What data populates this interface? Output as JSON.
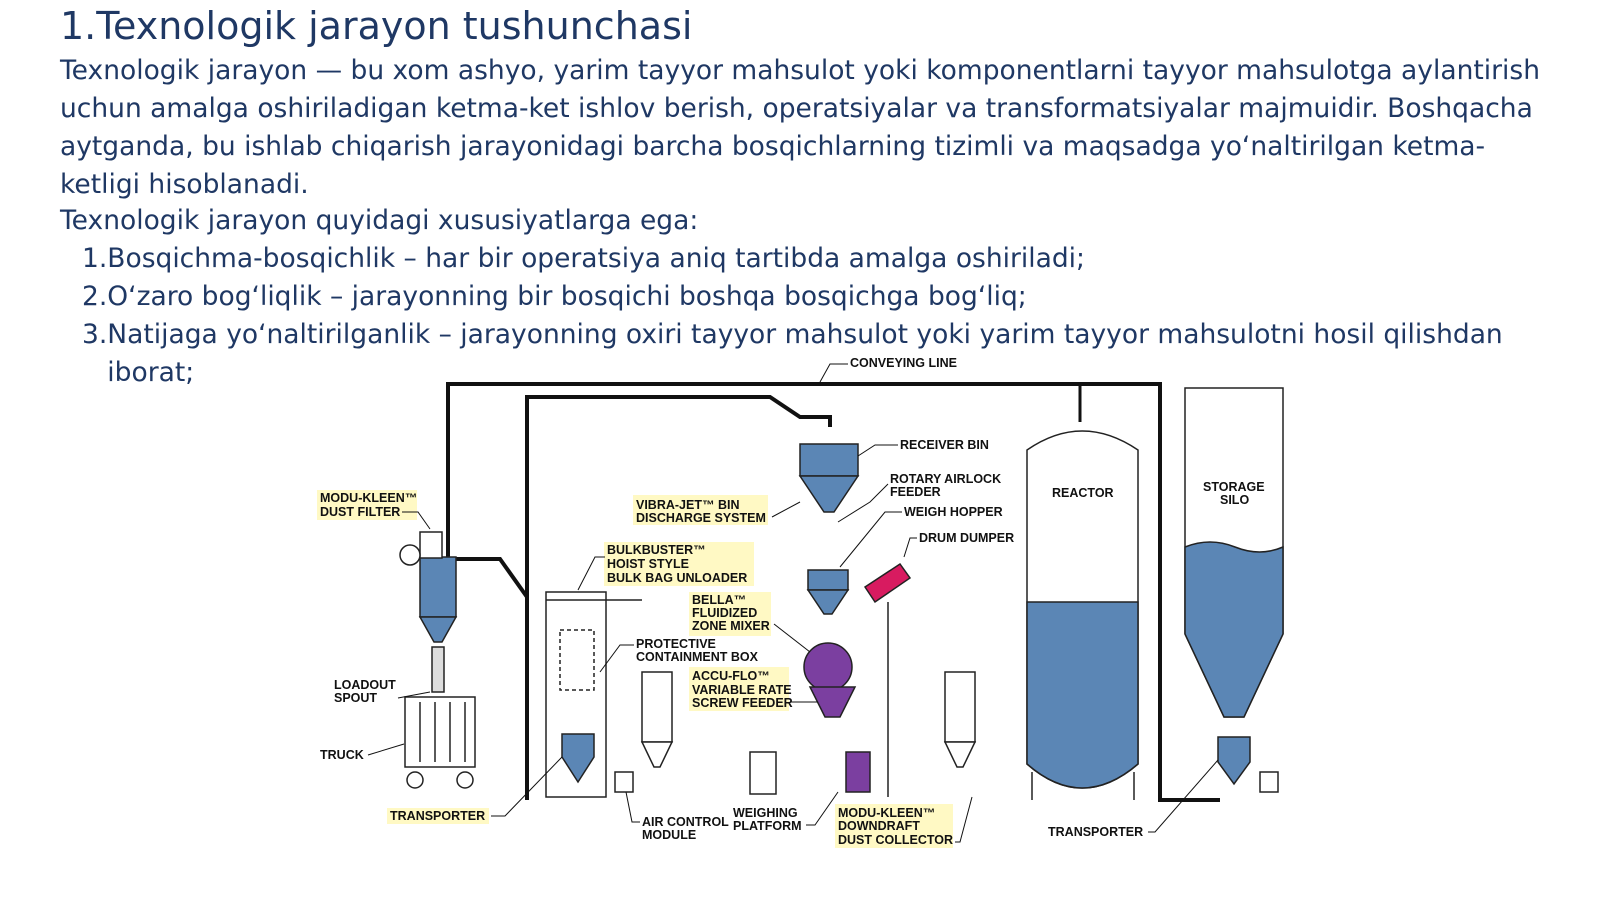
{
  "title": "1.Texnologik jarayon tushunchasi",
  "paragraph1": "Texnologik jarayon — bu xom ashyo, yarim tayyor mahsulot yoki komponentlarni tayyor mahsulotga aylantirish uchun amalga oshiriladigan ketma-ket ishlov berish, operatsiyalar va transformatsiyalar majmuidir. Boshqacha aytganda, bu ishlab chiqarish jarayonidagi barcha bosqichlarning tizimli va maqsadga yo‘naltirilgan ketma-ketligi hisoblanadi.",
  "paragraph2": "Texnologik jarayon quyidagi xususiyatlarga ega:",
  "features": [
    {
      "num": "1.",
      "text": "Bosqichma-bosqichlik – har bir operatsiya aniq tartibda amalga oshiriladi;"
    },
    {
      "num": "2.",
      "text": "O‘zaro bog‘liqlik – jarayonning bir bosqichi boshqa bosqichga bog‘liq;"
    },
    {
      "num": "3.",
      "text": "Natijaga yo‘naltirilganlik – jarayonning oxiri tayyor mahsulot yoki yarim tayyor mahsulotni hosil qilishdan iborat;"
    }
  ],
  "diagram": {
    "conveying_line": "CONVEYING LINE",
    "receiver_bin": "RECEIVER BIN",
    "rotary_airlock_1": "ROTARY AIRLOCK",
    "rotary_airlock_2": "FEEDER",
    "weigh_hopper": "WEIGH HOPPER",
    "drum_dumper": "DRUM DUMPER",
    "reactor": "REACTOR",
    "storage_silo_1": "STORAGE",
    "storage_silo_2": "SILO",
    "modu_kleen_filter_1": "MODU-KLEEN™",
    "modu_kleen_filter_2": "DUST FILTER",
    "vibra_jet_1": "VIBRA-JET™ BIN",
    "vibra_jet_2": "DISCHARGE SYSTEM",
    "bulkbuster_1": "BULKBUSTER™",
    "bulkbuster_2": "HOIST STYLE",
    "bulkbuster_3": "BULK BAG UNLOADER",
    "bella_1": "BELLA™",
    "bella_2": "FLUIDIZED",
    "bella_3": "ZONE MIXER",
    "containment_1": "PROTECTIVE",
    "containment_2": "CONTAINMENT BOX",
    "accu_flo_1": "ACCU-FLO™",
    "accu_flo_2": "VARIABLE RATE",
    "accu_flo_3": "SCREW FEEDER",
    "loadout_1": "LOADOUT",
    "loadout_2": "SPOUT",
    "truck": "TRUCK",
    "transporter_left": "TRANSPORTER",
    "air_control_1": "AIR CONTROL",
    "air_control_2": "MODULE",
    "weighing_1": "WEIGHING",
    "weighing_2": "PLATFORM",
    "downdraft_1": "MODU-KLEEN™",
    "downdraft_2": "DOWNDRAFT",
    "downdraft_3": "DUST COLLECTOR",
    "transporter_right": "TRANSPORTER"
  },
  "colors": {
    "text": "#1f3864",
    "vessel_blue": "#5b86b5",
    "mixer_purple": "#7b3fa0",
    "drum_magenta": "#d81b60",
    "label_highlight": "#fff9c4"
  }
}
